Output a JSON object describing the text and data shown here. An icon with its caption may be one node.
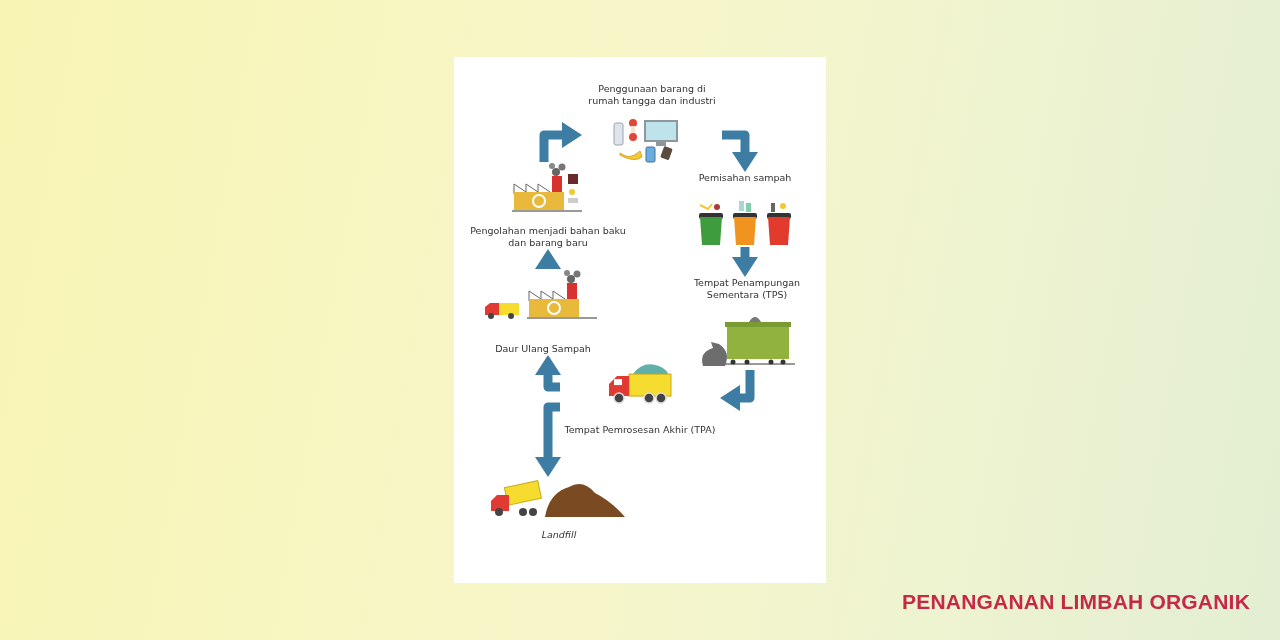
{
  "diagram": {
    "title": "PENANGANAN LIMBAH ORGANIK",
    "nodes": [
      {
        "text": [
          "Penggunaan barang di rumah tangga dan industri"
        ]
      },
      {
        "text": [
          "Pemisahan sampah"
        ]
      },
      {
        "text": [
          "Tempat Penampungan Sementara (TPS)"
        ]
      },
      {
        "text": [
          "Tempat Pemrosesan Akhir (TPA)"
        ]
      },
      {
        "text": [
          "Landfill"
        ]
      },
      {
        "text": [
          "Daur Ulang Sampah"
        ]
      },
      {
        "text": [
          "Pengolahan menjadi bahan baku dan barang baru"
        ]
      }
    ],
    "edges": [
      {
        "from": 6,
        "to": 0,
        "arrow": "to"
      },
      {
        "from": 0,
        "to": 1,
        "arrow": "to"
      },
      {
        "from": 1,
        "to": 2,
        "arrow": "to"
      },
      {
        "from": 2,
        "to": 3,
        "arrow": "to"
      },
      {
        "from": 3,
        "to": 5,
        "arrow": "to"
      },
      {
        "from": 3,
        "to": 4,
        "arrow": "to"
      },
      {
        "from": 5,
        "to": 6,
        "arrow": "to"
      }
    ]
  }
}
